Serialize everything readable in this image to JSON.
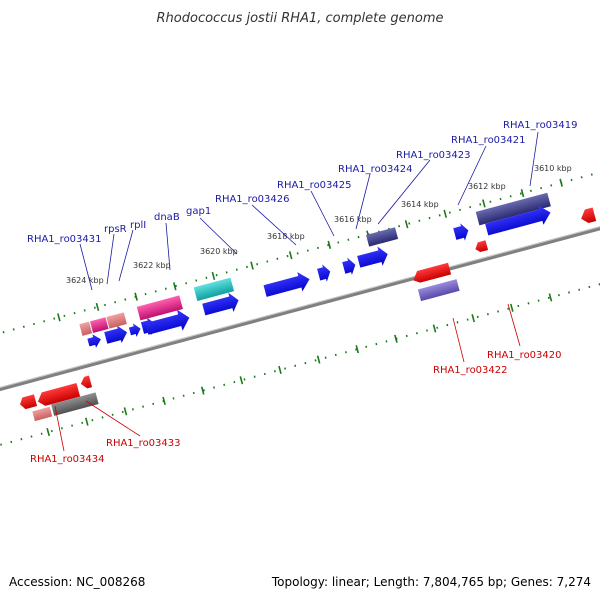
{
  "title": "Rhodococcus jostii RHA1, complete genome",
  "footer": {
    "accession": "Accession: NC_008268",
    "stats": "Topology: linear; Length: 7,804,765 bp; Genes: 7,274"
  },
  "scale_labels": [
    "3624 kbp",
    "3622 kbp",
    "3620 kbp",
    "3618 kbp",
    "3616 kbp",
    "3614 kbp",
    "3612 kbp",
    "3610 kbp"
  ],
  "gene_labels_forward": [
    "RHA1_ro03431",
    "rpsR",
    "rplI",
    "dnaB",
    "gap1",
    "RHA1_ro03426",
    "RHA1_ro03425",
    "RHA1_ro03424",
    "RHA1_ro03423",
    "RHA1_ro03421",
    "RHA1_ro03419"
  ],
  "gene_labels_reverse": [
    "RHA1_ro03434",
    "RHA1_ro03433",
    "RHA1_ro03422",
    "RHA1_ro03420"
  ],
  "colors": {
    "forward_gene": "#1010e0",
    "reverse_gene": "#e01010",
    "magenta_gene": "#e0208a",
    "cyan_gene": "#20c0c0",
    "navy_gene": "#3a3a80",
    "violet_gene": "#7060c0",
    "grey_gene": "#707070",
    "salmon_gene": "#e07070",
    "tick": "#1a7a1a",
    "axis": "#808080"
  }
}
